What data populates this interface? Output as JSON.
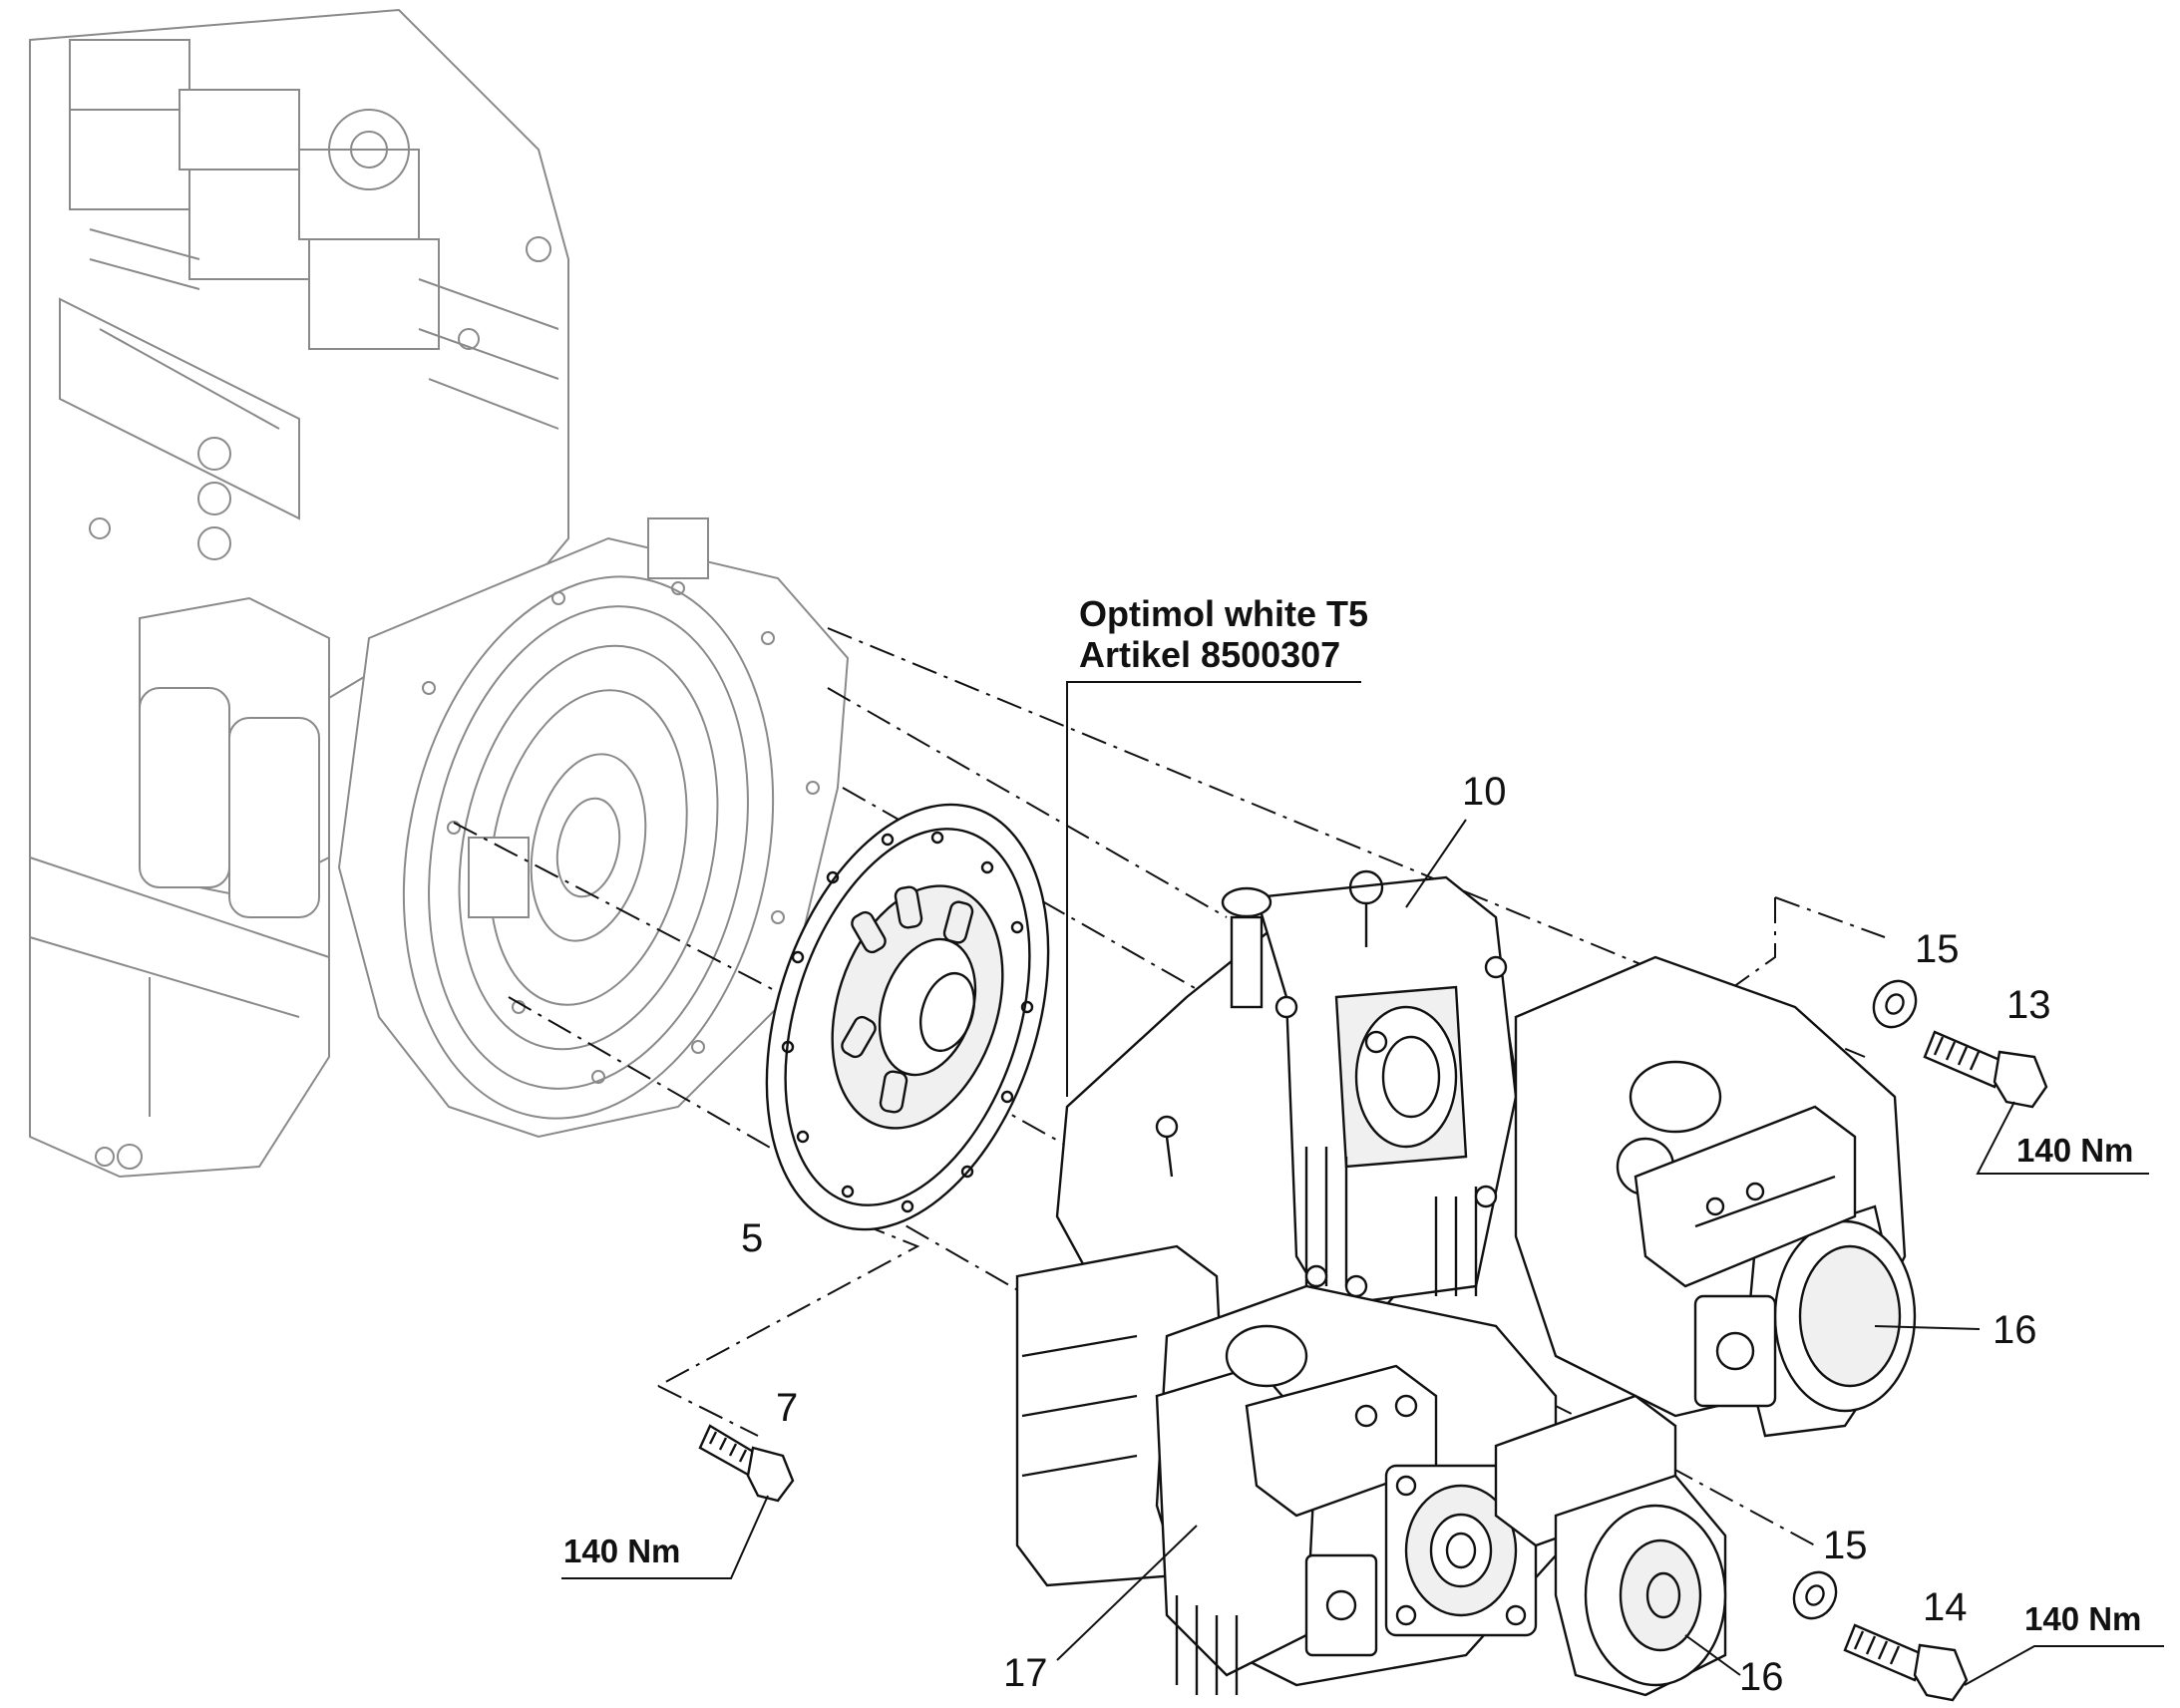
{
  "diagram": {
    "note": {
      "line1": "Optimol white T5",
      "line2": "Artikel 8500307"
    },
    "labels": {
      "part_5": "5",
      "part_7": "7",
      "part_10": "10",
      "part_13": "13",
      "part_14": "14",
      "part_15_top": "15",
      "part_15_bottom": "15",
      "part_16_right": "16",
      "part_16_bottom": "16",
      "part_17": "17"
    },
    "torques": {
      "bolt_7": "140 Nm",
      "bolt_13": "140 Nm",
      "bolt_14": "140 Nm"
    }
  }
}
